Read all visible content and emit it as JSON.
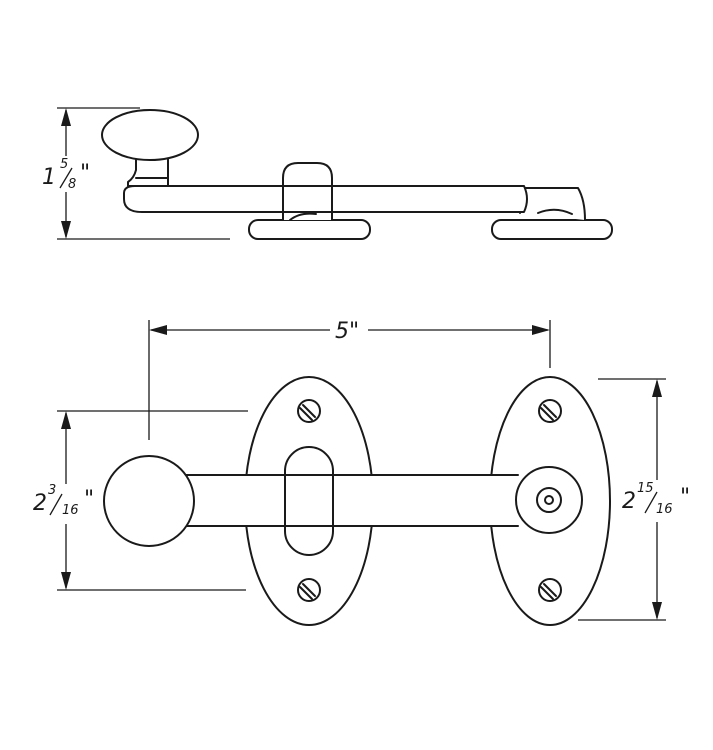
{
  "dimensions": {
    "side_height": {
      "whole": "1",
      "num": "5",
      "den": "8",
      "unit": "\""
    },
    "length": {
      "label": "5\""
    },
    "knob_height": {
      "whole": "2",
      "num": "3",
      "den": "16",
      "unit": "\""
    },
    "plate_height": {
      "whole": "2",
      "num": "15",
      "den": "16",
      "unit": "\""
    }
  }
}
